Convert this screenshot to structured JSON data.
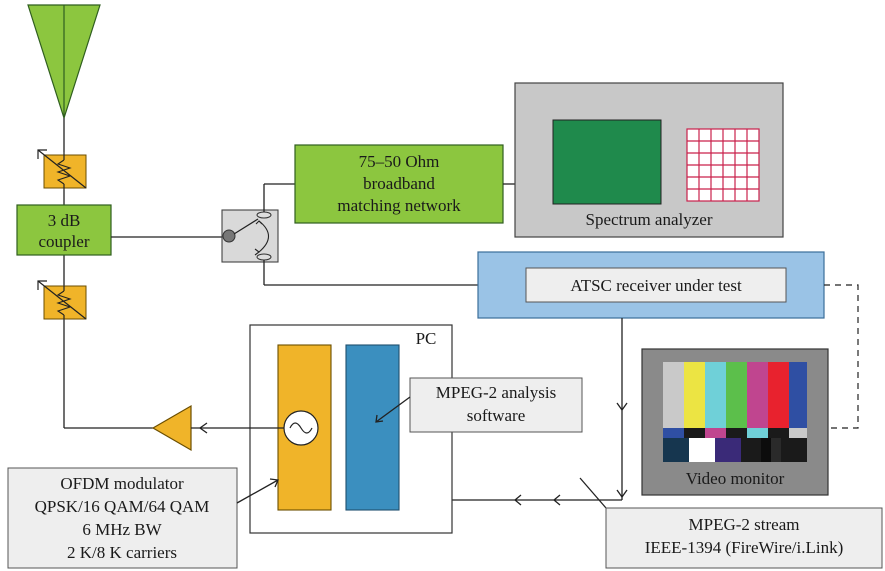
{
  "coupler": [
    "3 dB",
    "coupler"
  ],
  "matching_network": [
    "75–50 Ohm",
    "broadband",
    "matching network"
  ],
  "spectrum_analyzer": "Spectrum analyzer",
  "atsc_receiver": "ATSC receiver under test",
  "pc": "PC",
  "mpeg_software": [
    "MPEG-2 analysis",
    "software"
  ],
  "video_monitor": "Video monitor",
  "ofdm_modulator": [
    "OFDM modulator",
    "QPSK/16 QAM/64 QAM",
    "6 MHz BW",
    "2 K/8 K carriers"
  ],
  "mpeg_stream": [
    "MPEG-2 stream",
    "IEEE-1394 (FireWire/i.Link)"
  ],
  "colors": {
    "antenna": "#8cc63f",
    "attenuator": "#f0b429",
    "coupler": "#8cc63f",
    "matching_network": "#8cc63f",
    "analyzer_body": "#c8c8c8",
    "analyzer_screen": "#1f8a4c",
    "analyzer_grid": "#c9204b",
    "receiver_outer": "#9ac3e6",
    "receiver_inner": "#eeeeee",
    "modulator_block": "#f0b429",
    "software_block": "#3b8fbf",
    "amplifier": "#f0b429",
    "switch": "#d9d9d9",
    "label_box": "#eeeeee",
    "monitor_body": "#8a8a8a"
  },
  "icons": [
    "antenna-icon",
    "attenuator-icon",
    "switch-icon",
    "amplifier-icon",
    "oscillator-icon",
    "color-bars-icon"
  ]
}
